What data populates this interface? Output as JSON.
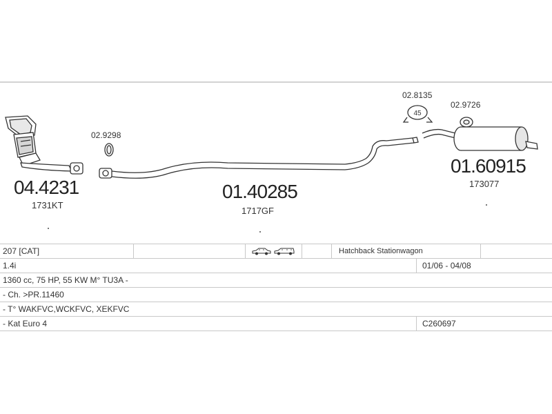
{
  "parts": {
    "catalyst": {
      "number": "04.4231",
      "ref": "1731KT"
    },
    "gasket_a": {
      "number": "02.9298"
    },
    "front_pipe": {
      "number": "01.40285",
      "ref": "1717GF"
    },
    "clamp": {
      "number": "02.8135",
      "marking": "45"
    },
    "rubber_mount": {
      "number": "02.9726"
    },
    "rear_silencer": {
      "number": "01.60915",
      "ref": "173077"
    }
  },
  "vehicle_table": {
    "rows": [
      {
        "model": "207  [CAT]",
        "body_types": "Hatchback Stationwagon",
        "icons": [
          "hatchback-car-icon",
          "stationwagon-car-icon"
        ]
      },
      {
        "engine": "1.4i",
        "period": "01/06 - 04/08"
      },
      {
        "spec": "1360 cc, 75 HP, 55 KW M° TU3A -"
      },
      {
        "chassis": "- Ch. >PR.11460"
      },
      {
        "engine_codes": "- T° WAKFVC,WCKFVC, XEKFVC"
      },
      {
        "emission": "- Kat Euro 4",
        "code": "C260697"
      }
    ]
  }
}
